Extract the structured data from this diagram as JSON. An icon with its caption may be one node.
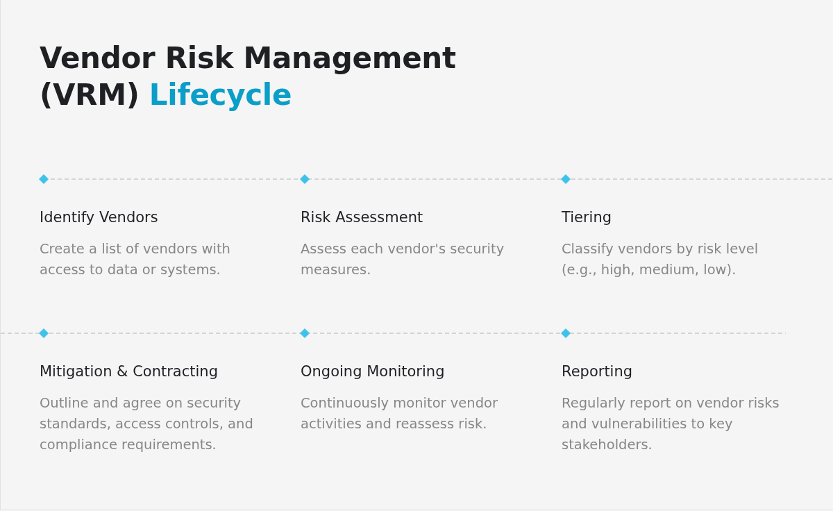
{
  "diagram": {
    "title": "Vendor Risk Management (VRM) Lifecycle",
    "nodes": [
      {
        "text": [
          "Identify Vendors",
          "Create a list of vendors with access to data or systems."
        ]
      },
      {
        "text": [
          "Risk Assessment",
          "Assess each vendor's security measures."
        ]
      },
      {
        "text": [
          "Tiering",
          "Classify vendors by risk level (e.g., high, medium, low)."
        ]
      },
      {
        "text": [
          "Mitigation & Contracting",
          "Outline and agree on security standards, access controls, and compliance requirements."
        ]
      },
      {
        "text": [
          "Ongoing Monitoring",
          "Continuously monitor vendor activities and reassess risk."
        ]
      },
      {
        "text": [
          "Reporting",
          "Regularly report on vendor risks and vulnerabilities to key stakeholders."
        ]
      }
    ]
  }
}
